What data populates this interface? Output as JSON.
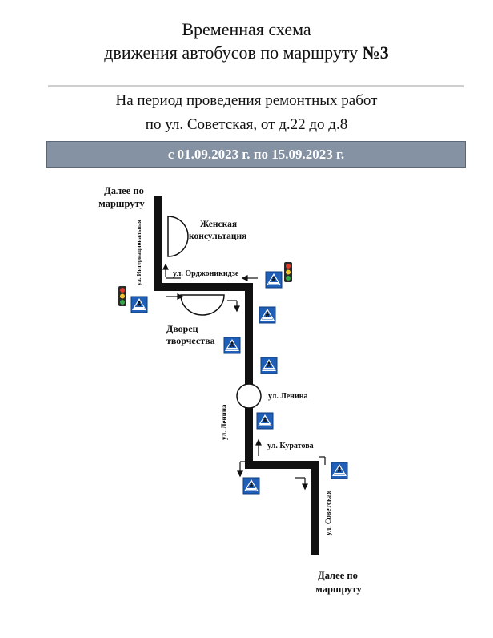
{
  "header": {
    "title_line1": "Временная схема",
    "title_line2_prefix": "движения автобусов по маршруту ",
    "route_number": "№3"
  },
  "subheader": {
    "line1": "На период проведения ремонтных работ",
    "line2": "по ул. Советская, от д.22 до д.8"
  },
  "date_range": "с 01.09.2023 г. по 15.09.2023 г.",
  "map": {
    "top_label_line1": "Далее по",
    "top_label_line2": "маршруту",
    "bottom_label_line1": "Далее по",
    "bottom_label_line2": "маршруту",
    "womens_clinic_line1": "Женская",
    "womens_clinic_line2": "консультация",
    "palace_line1": "Дворец",
    "palace_line2": "творчества",
    "street_internationalnaya": "ул. Интернациональная",
    "street_ordzhonikidze": "ул. Орджоникидзе",
    "street_lenina_roundabout": "ул. Ленина",
    "street_lenina_vertical": "ул. Ленина",
    "street_kuratova": "ул. Куратова",
    "street_sovetskaya": "ул. Советская"
  }
}
